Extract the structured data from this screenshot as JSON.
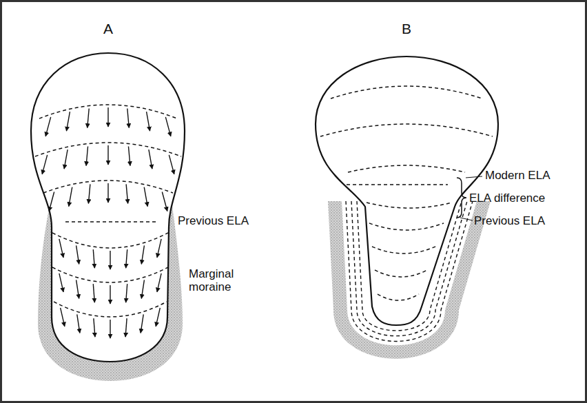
{
  "diagram": {
    "labels": [
      "A",
      "B",
      "Previous ELA",
      "Marginal moraine",
      "Modern ELA",
      "ELA difference",
      "Previous ELA"
    ]
  }
}
